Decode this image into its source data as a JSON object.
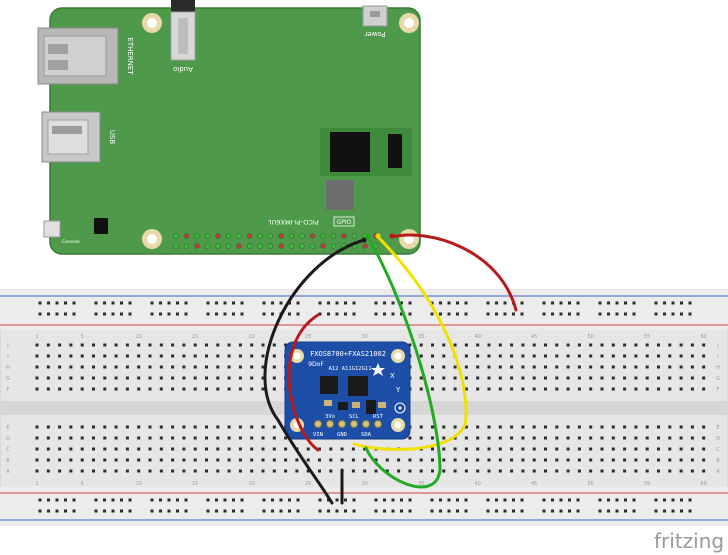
{
  "board": {
    "name": "PICO-PI-IMX6UL",
    "gpio_label": "GPIO",
    "ports": {
      "ethernet": "ETHERNET",
      "audio": "Audio",
      "usb": "USB",
      "power": "Power",
      "console": "Console"
    }
  },
  "sensor": {
    "title": "FXOS8700+FXAS21002",
    "subtitle": "9DoF",
    "addr_labels": "A12 A11G12G11",
    "pins": [
      "VIN",
      "3Vo",
      "GND",
      "SCL",
      "SDA",
      "RST"
    ],
    "axis_labels": [
      "X",
      "Y"
    ]
  },
  "breadboard": {
    "row_letters_top": [
      "J",
      "I",
      "H",
      "G",
      "F"
    ],
    "row_letters_bottom": [
      "E",
      "D",
      "C",
      "B",
      "A"
    ],
    "column_numbers": [
      "1",
      "5",
      "10",
      "15",
      "20",
      "25",
      "30",
      "35",
      "40",
      "45",
      "50",
      "55",
      "60"
    ]
  },
  "wires": [
    {
      "name": "power-wire",
      "color": "#b71c1c"
    },
    {
      "name": "ground-wire",
      "color": "#1a1a1a"
    },
    {
      "name": "scl-wire",
      "color": "#f2e000"
    },
    {
      "name": "sda-wire",
      "color": "#22aa22"
    }
  ],
  "colors": {
    "board_green": "#4e9a4a",
    "board_dark": "#3d7d3a",
    "sensor_blue": "#1d4fa8",
    "breadboard": "#e6e6e6",
    "rail_red": "#d04040",
    "rail_blue": "#4060c0"
  },
  "watermark": "fritzing"
}
